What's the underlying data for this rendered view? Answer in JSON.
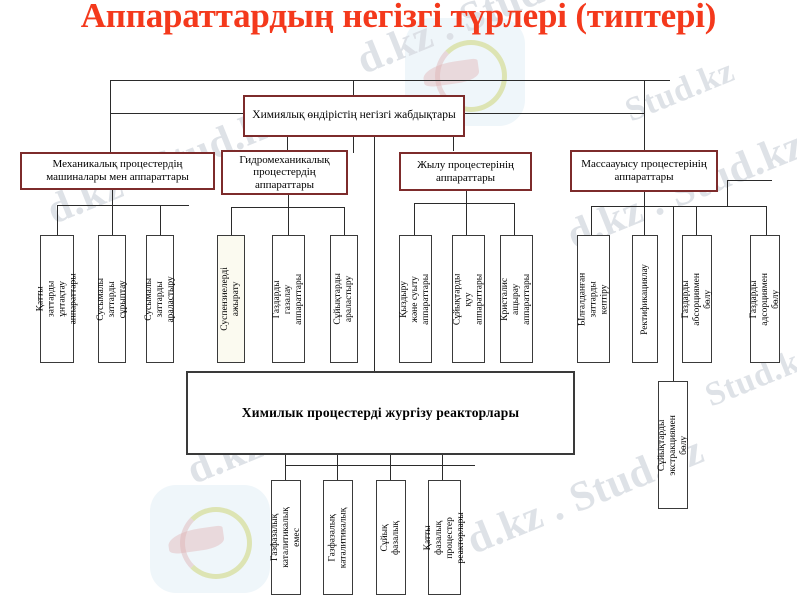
{
  "page": {
    "title": "Аппараттардың негізгі түрлері (типтері)",
    "title_color": "#f4391c",
    "watermark_text": "Stud.kz",
    "watermark_text_alt": "d.kz . Stud.kz"
  },
  "diagram": {
    "type": "hierarchy-tree",
    "root": {
      "label": "Химиялық өндірістің негізгі жабдықтары",
      "border_color": "#7d2b2b"
    },
    "branches": [
      {
        "id": "mechanical",
        "label": "Механикалық процестердің машиналары мен аппараттары",
        "border_color": "#7d2b2b",
        "leaves": [
          {
            "label": "Қатты заттарды ұнтақтау аппараттары"
          },
          {
            "label": "Сусымалы заттарды сұрыптау"
          },
          {
            "label": "Сусымалы заттарды араластыру"
          }
        ]
      },
      {
        "id": "hydromechanical",
        "label": "Гидромеханикалық процестердің аппараттары",
        "border_color": "#7d2b2b",
        "leaves": [
          {
            "label": "Суспензиелерді ажырату",
            "fill": "cream"
          },
          {
            "label": "Газдарды газалау аппараттары"
          },
          {
            "label": "Сұйықтарды араластыру"
          }
        ]
      },
      {
        "id": "thermal",
        "label": "Жылу процестерінің аппараттары",
        "border_color": "#7d2b2b",
        "leaves": [
          {
            "label": "Қыздыру және суыту аппараттары"
          },
          {
            "label": "Сұйықтарды қуу аппараттары"
          },
          {
            "label": "Кристалис ащырау аппараттары"
          }
        ]
      },
      {
        "id": "masstransfer",
        "label": "Массаауысу процестерінің аппараттары",
        "border_color": "#7d2b2b",
        "leaves": [
          {
            "label": "Ылғалданған заттарды кептіру"
          },
          {
            "label": "Ректификациялау"
          },
          {
            "label": "Газдарды абсорциямен бөлу"
          },
          {
            "label": "Газдарды адсорциямен бөлу"
          },
          {
            "label": "Сұйықтарды экстракциямен бөлу"
          }
        ]
      }
    ],
    "reactor": {
      "label": "Химилык процестерді жургізу реакторлары",
      "leaves": [
        {
          "label": "Газфазалық каталитикалық емес"
        },
        {
          "label": "Газфазалық каталитикалық"
        },
        {
          "label": "Сұйық фазалық"
        },
        {
          "label": "Қатты фазалық процестер реакторлары"
        }
      ]
    }
  }
}
